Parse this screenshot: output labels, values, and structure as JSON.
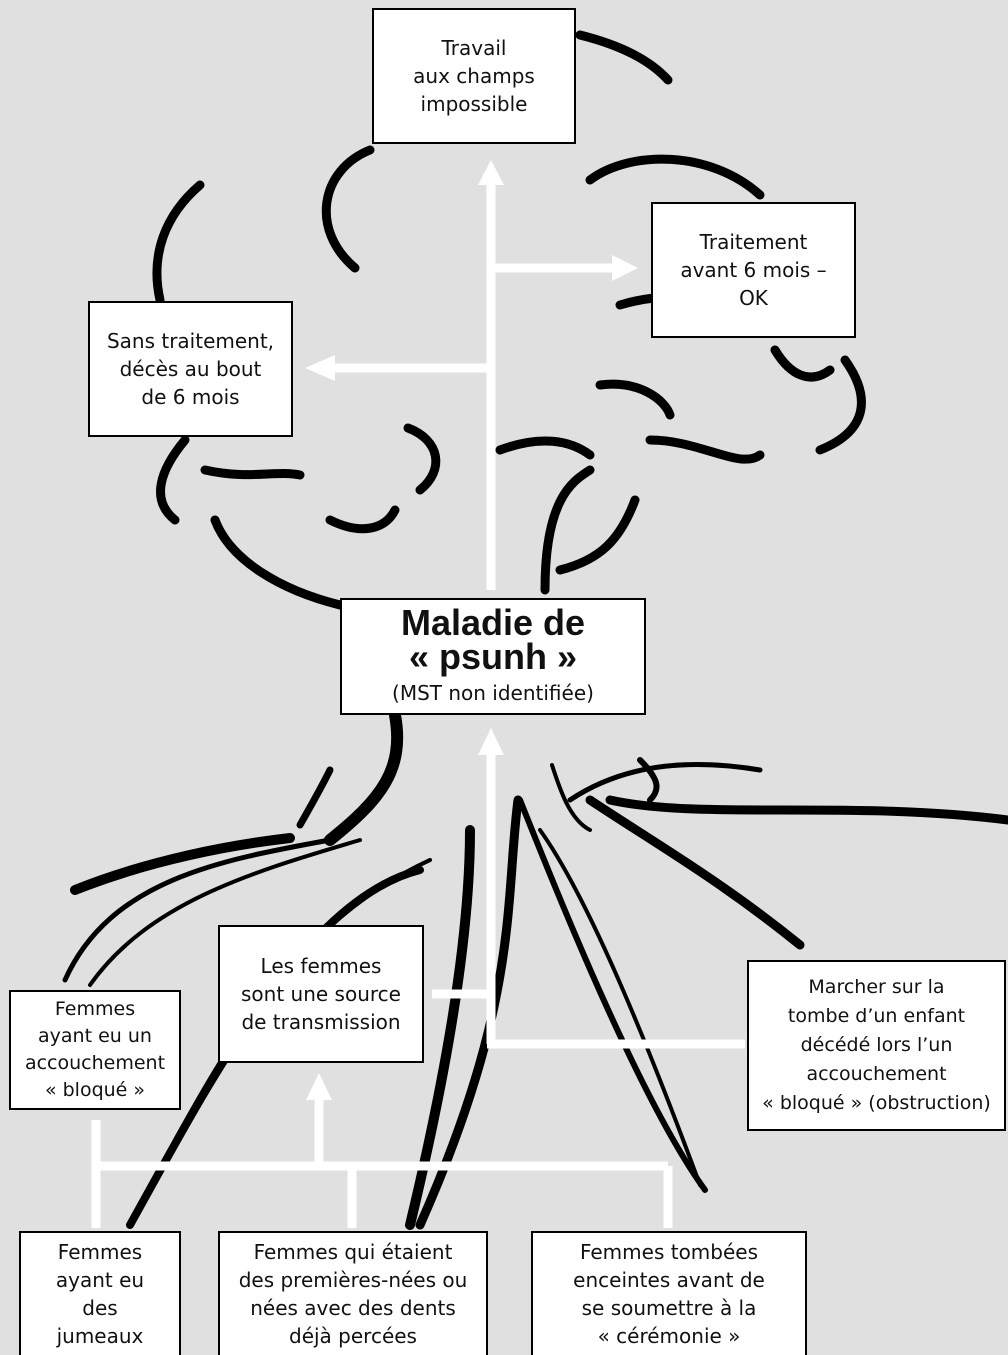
{
  "center": {
    "title_lines": [
      "Maladie de",
      "« psunh »"
    ],
    "subtitle": "(MST non identifiée)"
  },
  "top_boxes": {
    "fields": [
      "Travail",
      "aux champs",
      "impossible"
    ],
    "treatment_ok": [
      "Traitement",
      "avant 6 mois –",
      "OK"
    ],
    "no_treatment": [
      "Sans traitement,",
      "décès au bout",
      "de 6 mois"
    ]
  },
  "root_boxes": {
    "blocked_birth": [
      "Femmes",
      "ayant eu un",
      "accouchement",
      "« bloqué »"
    ],
    "women_source": [
      "Les femmes",
      "sont une source",
      "de transmission"
    ],
    "grave": [
      "Marcher sur la",
      "tombe d’un enfant",
      "décédé lors l’un",
      "accouchement",
      "« bloqué » (obstruction)"
    ],
    "twins": [
      "Femmes",
      "ayant eu",
      "des",
      "jumeaux"
    ],
    "firstborn": [
      "Femmes qui étaient",
      "des premières-nées ou",
      "nées avec des dents",
      "déjà percées"
    ],
    "pregnant": [
      "Femmes tombées",
      "enceintes avant de",
      "se soumettre à la",
      "« cérémonie »"
    ]
  },
  "colors": {
    "background": "#e0e0e0",
    "ink": "#000000",
    "arrows": "#ffffff"
  }
}
